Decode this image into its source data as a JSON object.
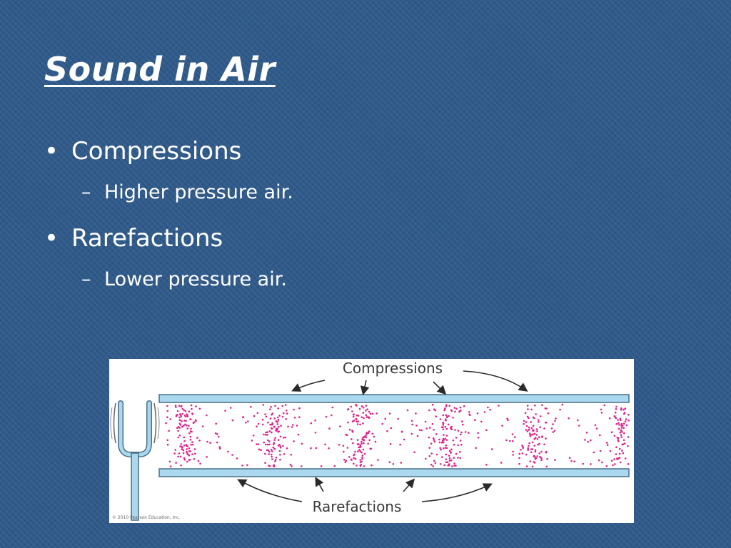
{
  "slide": {
    "title": "Sound in Air",
    "bullets": [
      {
        "text": "Compressions",
        "sub": "Higher pressure air."
      },
      {
        "text": "Rarefactions",
        "sub": "Lower pressure air."
      }
    ]
  },
  "figure": {
    "label_top": "Compressions",
    "label_bottom": "Rarefactions",
    "copyright": "© 2010 Pearson Education, Inc.",
    "colors": {
      "particle": "#e0208a",
      "tube": "#a9d8ef",
      "tube_edge": "#4a6f87",
      "fork": "#a9d8ef"
    }
  }
}
